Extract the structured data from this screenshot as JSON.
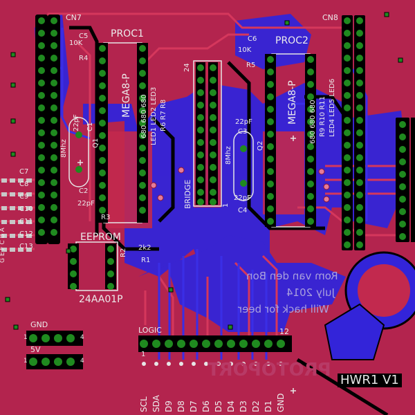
{
  "board": {
    "colors": {
      "background": "#b3244e",
      "copper_bottom": "#3324d9",
      "copper_top": "#c2294e",
      "pad": "#1f8a1f",
      "via_ring": "#1f8a1f",
      "silkscreen": "#e6e6e6"
    },
    "connectors": {
      "cn7": "CN7",
      "cn8": "CN8",
      "gnd": "GND",
      "v5": "5V",
      "logic": "LOGIC",
      "bridge": "BRIDGE",
      "pin_1": "1",
      "pin_4": "4",
      "pin_12": "12",
      "pin_24": "24"
    },
    "chips": {
      "proc1": "PROC1",
      "proc2": "PROC2",
      "mega1": "MEGA8-P",
      "mega2": "MEGA8-P",
      "eeprom": "EEPROM",
      "eeprom_part": "24AA01P"
    },
    "parts": {
      "c5": "C5",
      "c6": "C6",
      "r4": "R4",
      "r5": "R5",
      "k10a": "10K",
      "k10b": "10K",
      "c1": "C1",
      "c2": "C2",
      "c3": "C3",
      "c4": "C4",
      "c7": "C7",
      "c8": "C8",
      "c9": "C9",
      "c10": "C10",
      "c11": "C11",
      "c12": "C12",
      "c13": "C13",
      "q1": "Q1",
      "q2": "Q2",
      "mhz1": "8Mhz",
      "mhz2": "8Mhz",
      "pf1": "22pF",
      "pf2": "22pF",
      "pf3": "22pF",
      "pf4": "22pF",
      "r1": "R1",
      "r2": "R2",
      "r3": "R3",
      "k2": "2k2",
      "leds_left": "LED1 LED2 LED3",
      "leds_left_r": "R6 R7 R8",
      "leds_left_v": "680 680 680",
      "leds_right": "LED4 LED5 LED6",
      "leds_right_r": "R9 R10 R11",
      "leds_right_v": "680 680 680",
      "side_letters": "G E F C B A"
    },
    "signals": [
      "SCL",
      "SDA",
      "D9",
      "D8",
      "D7",
      "D6",
      "D5",
      "D4",
      "D3",
      "D2",
      "D1",
      "GND"
    ],
    "bottom_text": {
      "line1": "Rom van den Bon",
      "line2": "July 2014",
      "line3": "Will hack for beer",
      "logo": "PROTOPORT",
      "version": "HWR1 V1"
    }
  }
}
